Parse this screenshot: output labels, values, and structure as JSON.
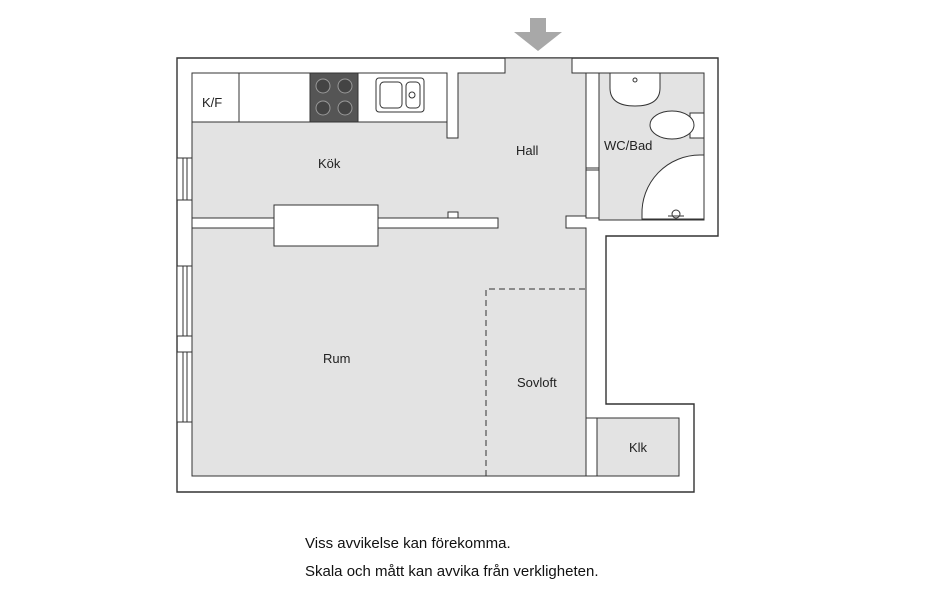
{
  "rooms": {
    "kf": "K/F",
    "kok": "Kök",
    "hall": "Hall",
    "wc_bad": "WC/Bad",
    "rum": "Rum",
    "sovloft": "Sovloft",
    "klk": "Klk"
  },
  "disclaimer": {
    "line1": "Viss avvikelse kan förekomma.",
    "line2": "Skala och mått kan avvika från verkligheten."
  },
  "colors": {
    "floor": "#e3e3e3",
    "wall": "#ffffff",
    "line": "#333333",
    "arrow": "#a8a8a8",
    "stove": "#555555"
  }
}
